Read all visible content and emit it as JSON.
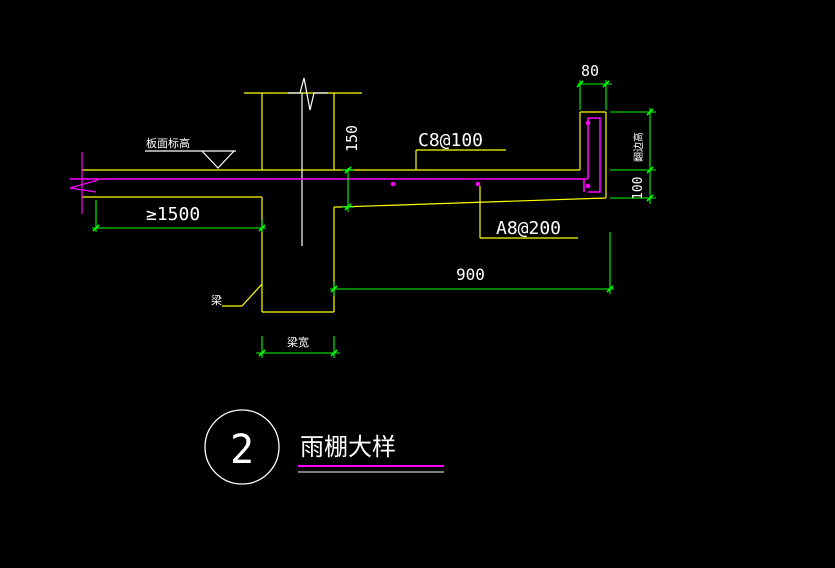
{
  "drawing": {
    "colors": {
      "background": "#000000",
      "concrete": "#ffff00",
      "dimension": "#00ff00",
      "rebar": "#ff00ff",
      "text": "#ffffff"
    },
    "labels": {
      "dim_top_width": "80",
      "dim_slab_thickness": "150",
      "dim_edge_height": "100",
      "dim_min_length": "≥1500",
      "dim_cantilever": "900",
      "rebar_top": "C8@100",
      "rebar_dist": "A8@200",
      "floor_level_note": "板面标高",
      "beam_width": "梁宽",
      "beam_label": "梁",
      "edge_height_note": "翻边高"
    },
    "title": {
      "number": "2",
      "text": "雨棚大样"
    }
  }
}
